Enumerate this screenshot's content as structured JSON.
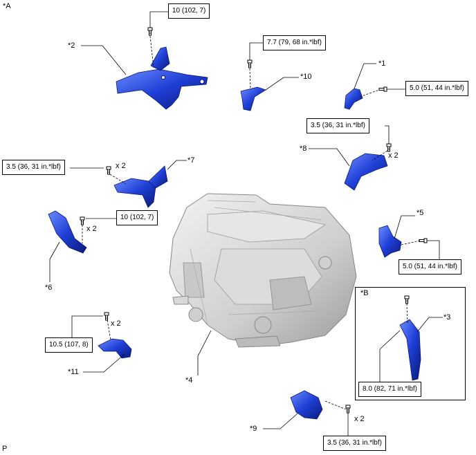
{
  "view_labels": {
    "a": "*A",
    "b": "*B",
    "p": "P"
  },
  "parts": {
    "p1": "*1",
    "p2": "*2",
    "p3": "*3",
    "p4": "*4",
    "p5": "*5",
    "p6": "*6",
    "p7": "*7",
    "p8": "*8",
    "p9": "*9",
    "p10": "*10",
    "p11": "*11"
  },
  "torques": {
    "t2": "10 (102, 7)",
    "t10": "7.7 (79, 68 in.*lbf)",
    "t1": "5.0 (51, 44 in.*lbf)",
    "t8": "3.5 (36, 31 in.*lbf)",
    "t7": "3.5 (36, 31 in.*lbf)",
    "t6": "10 (102, 7)",
    "t5": "5.0 (51, 44 in.*lbf)",
    "t3": "8.0 (82, 71 in.*lbf)",
    "t11": "10.5 (107, 8)",
    "t9": "3.5 (36, 31 in.*lbf)"
  },
  "quantities": {
    "q8": "x 2",
    "q7": "x 2",
    "q6": "x 2",
    "q11": "x 2",
    "q9": "x 2"
  },
  "colors": {
    "bracket": "#1f3fd6",
    "bracket_dark": "#0b1f8a",
    "bracket_light": "#5b7cf0",
    "unit": "#d9d9d9",
    "unit_dark": "#9a9a9a"
  }
}
